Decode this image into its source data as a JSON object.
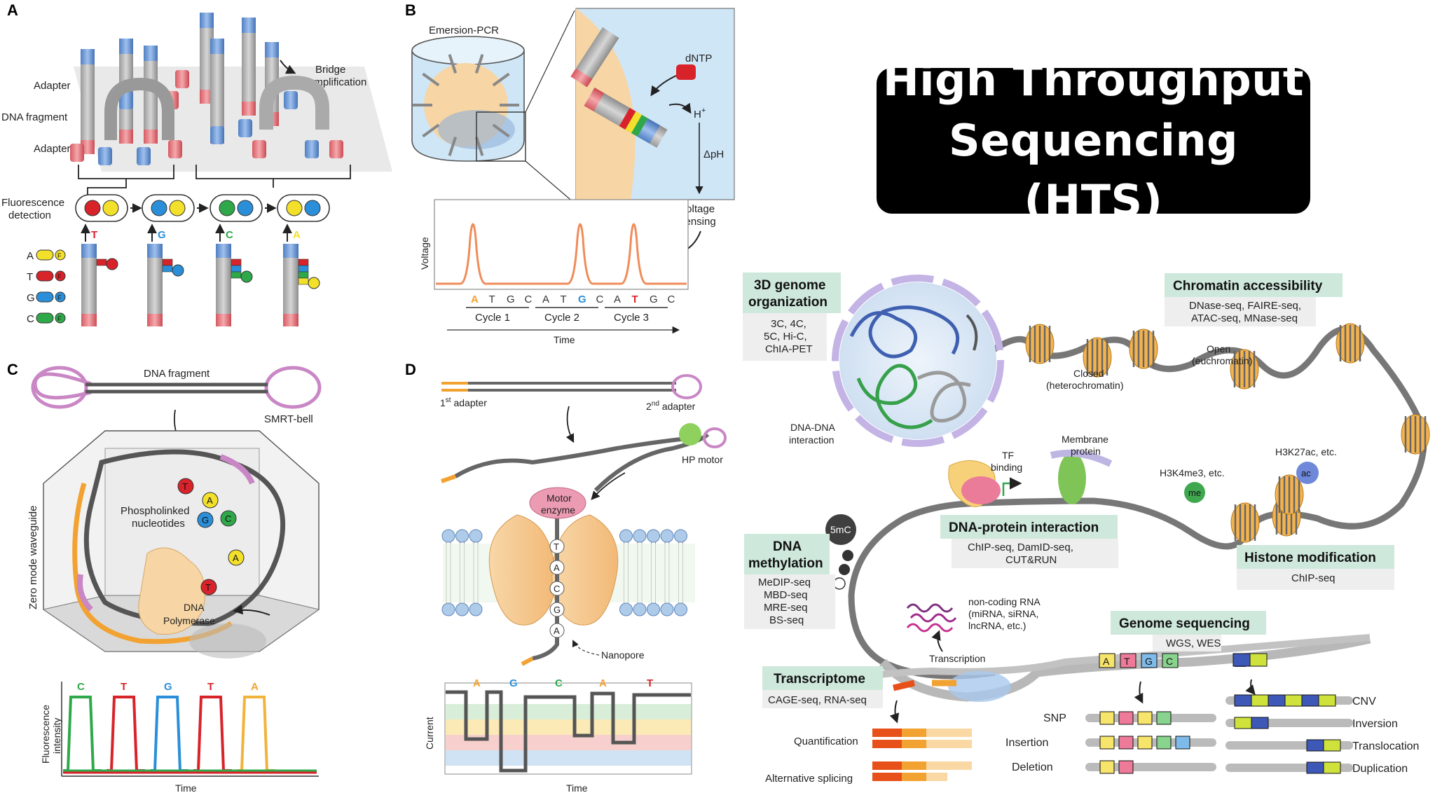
{
  "title": {
    "line1": "High Throughput",
    "line2": "Sequencing (HTS)"
  },
  "panelA": {
    "letter": "A",
    "adapter_top": "Adapter",
    "dna_fragment": "DNA fragment",
    "adapter_bottom": "Adapter",
    "bridge": [
      "Bridge",
      "amplification"
    ],
    "fluor": [
      "Fluorescence",
      "detection"
    ],
    "steps": [
      "T",
      "G",
      "C",
      "A"
    ],
    "legend": [
      "A",
      "T",
      "G",
      "C"
    ],
    "badge": "F"
  },
  "panelB": {
    "letter": "B",
    "emersion": "Emersion-PCR",
    "dntp": "dNTP",
    "hplus": "H",
    "hsup": "+",
    "dph": "ΔpH",
    "voltage_sensing": [
      "Voltage",
      "sensing"
    ],
    "ylabel": "Voltage",
    "bases": [
      "A",
      "T",
      "G",
      "C",
      "A",
      "T",
      "G",
      "C",
      "A",
      "T",
      "G",
      "C"
    ],
    "cycles": [
      "Cycle 1",
      "Cycle 2",
      "Cycle 3"
    ],
    "xlabel": "Time"
  },
  "panelC": {
    "letter": "C",
    "dna_fragment": "DNA fragment",
    "smrt": "SMRT-bell",
    "waveguide": "Zero mode waveguide",
    "nucleotides": [
      "Phospholinked",
      "nucleotides"
    ],
    "polymerase": [
      "DNA",
      "Polymerase"
    ],
    "trace_bases": [
      "C",
      "T",
      "G",
      "T",
      "A"
    ],
    "ylabel": [
      "Fluorescence",
      "intensity"
    ],
    "xlabel": "Time"
  },
  "panelD": {
    "letter": "D",
    "adapter1": "1",
    "adapter1_sup": "st",
    "adapter2": "2",
    "adapter2_sup": "nd",
    "adapter_word": " adapter",
    "hp_motor": "HP motor",
    "motor": [
      "Motor",
      "enzyme"
    ],
    "pore_bases": [
      "T",
      "A",
      "C",
      "G",
      "A"
    ],
    "nanopore": "Nanopore",
    "trace_bases": [
      "A",
      "G",
      "C",
      "A",
      "T"
    ],
    "ylabel": "Current",
    "xlabel": "Time"
  },
  "right": {
    "genome3d": {
      "title": [
        "3D genome",
        "organization"
      ],
      "items": [
        "3C, 4C,",
        "5C, Hi-C,",
        "ChIA-PET"
      ]
    },
    "dna_dna": [
      "DNA-DNA",
      "interaction"
    ],
    "closed": [
      "Closed",
      "(heterochromatin)"
    ],
    "open": [
      "Open",
      "(euchromatin)"
    ],
    "accessibility": {
      "title": "Chromatin accessibility",
      "items": [
        "DNase-seq, FAIRE-seq,",
        "ATAC-seq, MNase-seq"
      ]
    },
    "tf": [
      "TF",
      "binding"
    ],
    "membrane": [
      "Membrane",
      "protein"
    ],
    "h3k4": "H3K4me3, etc.",
    "h3k27": "H3K27ac, etc.",
    "me": "me",
    "ac": "ac",
    "fivemc": "5mC",
    "methylation": {
      "title": [
        "DNA",
        "methylation"
      ],
      "items": [
        "MeDIP-seq",
        "MBD-seq",
        "MRE-seq",
        "BS-seq"
      ]
    },
    "dna_protein": {
      "title": "DNA-protein interaction",
      "items": [
        "ChIP-seq, DamID-seq,",
        "CUT&RUN"
      ]
    },
    "histone": {
      "title": "Histone modification",
      "items": [
        "ChIP-seq"
      ]
    },
    "ncrna": [
      "non-coding RNA",
      "(miRNA, siRNA,",
      "lncRNA, etc.)"
    ],
    "transcription": "Transcription",
    "genome_seq": {
      "title": "Genome sequencing",
      "items": [
        "WGS, WES"
      ]
    },
    "bases": [
      "A",
      "T",
      "G",
      "C"
    ],
    "transcriptome": {
      "title": "Transcriptome",
      "items": [
        "CAGE-seq, RNA-seq"
      ]
    },
    "quant": "Quantification",
    "alt_splicing": "Alternative splicing",
    "variants_left": [
      "SNP",
      "Insertion",
      "Deletion"
    ],
    "variants_right": [
      "CNV",
      "Inversion",
      "Translocation",
      "Duplication"
    ]
  },
  "colors": {
    "teal_card": "#cfe8dc",
    "grey_card": "#eeeeee",
    "orange": "#f08c5a",
    "red": "#d8232a",
    "yellow": "#f2e02a",
    "blue": "#2a8fd8",
    "green": "#2fa84a"
  }
}
